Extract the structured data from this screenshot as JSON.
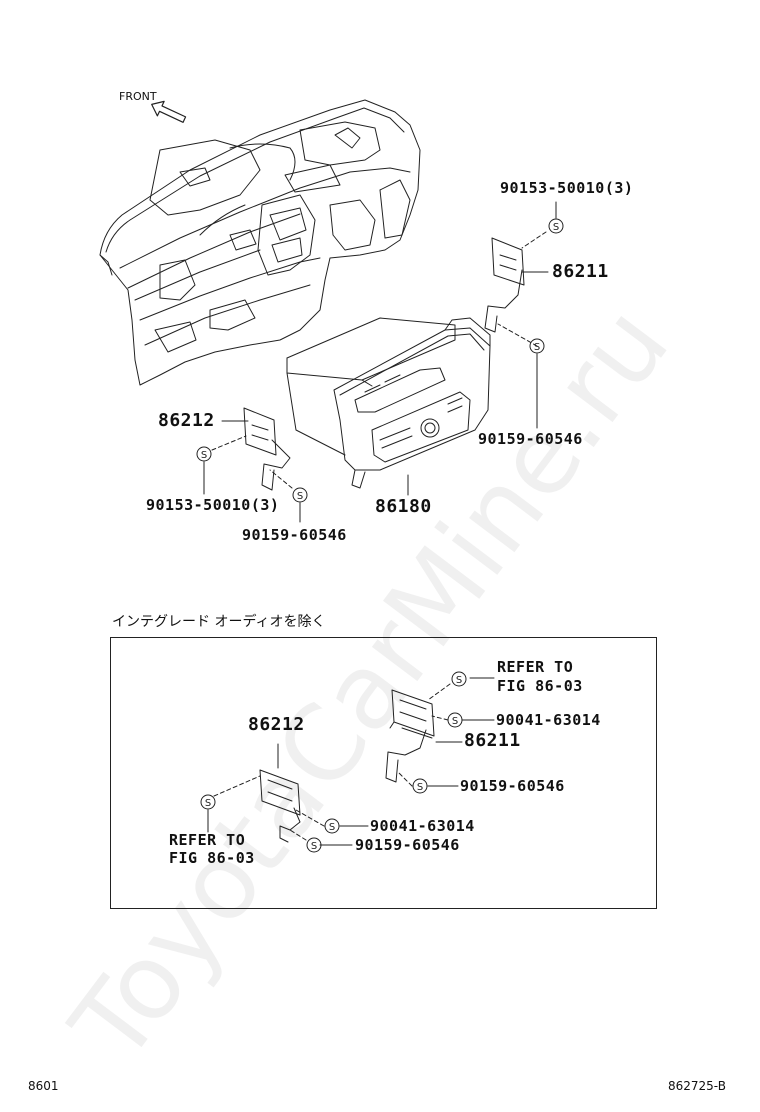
{
  "watermark": "ToyotaCarMine.ru",
  "front_label": "FRONT",
  "main_view": {
    "part_86211": "86211",
    "part_86212": "86212",
    "part_86180": "86180",
    "bolt_upper_right": "90153-50010(3)",
    "screw_right": "90159-60546",
    "bolt_left": "90153-50010(3)",
    "screw_left": "90159-60546"
  },
  "inset": {
    "caption": "インテグレード オーディオを除く",
    "refer_right_line1": "REFER TO",
    "refer_right_line2": "FIG 86-03",
    "screw_right_1": "90041-63014",
    "part_86211": "86211",
    "screw_right_2": "90159-60546",
    "part_86212": "86212",
    "refer_left_line1": "REFER TO",
    "refer_left_line2": "FIG 86-03",
    "screw_left_1": "90041-63014",
    "screw_left_2": "90159-60546"
  },
  "fastener_symbol": "S",
  "footer": {
    "left": "8601",
    "right": "862725-B"
  }
}
